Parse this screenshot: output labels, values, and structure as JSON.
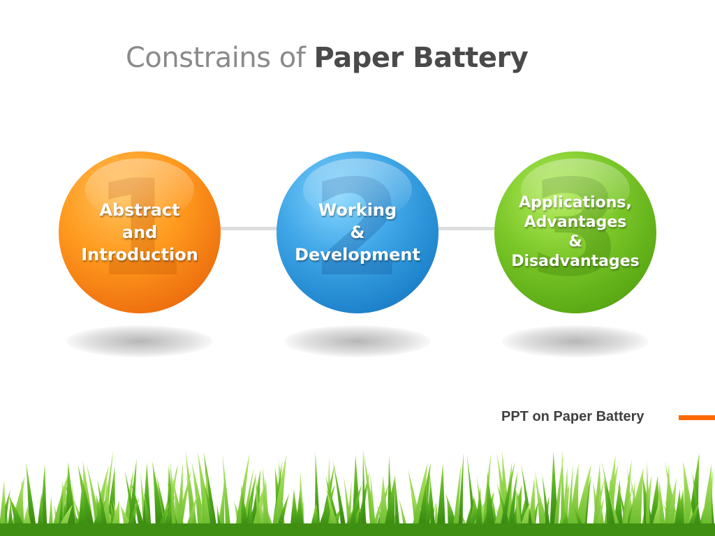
{
  "title": {
    "light": "Constrains of",
    "bold": "Paper Battery"
  },
  "steps": [
    {
      "number": "1",
      "lines": [
        "Abstract",
        "and",
        "Introduction"
      ],
      "color": "#ef7310"
    },
    {
      "number": "2",
      "lines": [
        "Working",
        "&",
        "Development"
      ],
      "color": "#1f84cc"
    },
    {
      "number": "3",
      "lines": [
        "Applications,",
        "Advantages",
        "&",
        "Disadvantages"
      ],
      "color": "#5cab16"
    }
  ],
  "footer": {
    "text": "PPT on Paper Battery",
    "accent": "#ff6a00"
  },
  "decoration": {
    "grass": "grass-illustration",
    "connector": "connector-line"
  }
}
